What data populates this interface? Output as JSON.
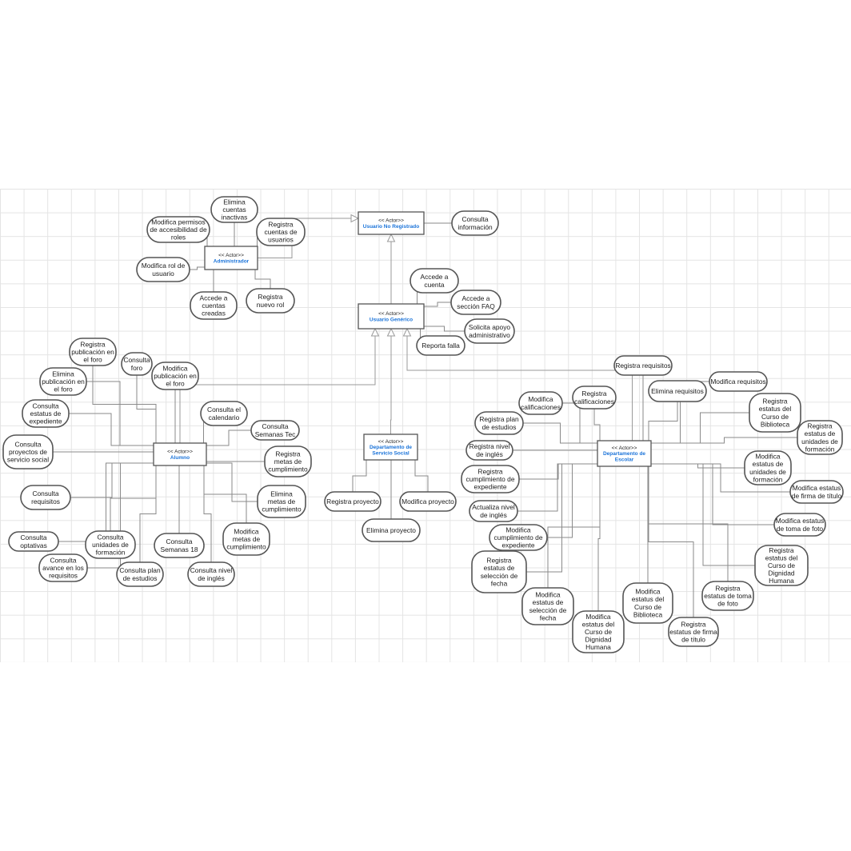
{
  "stereotype": "<< Actor>>",
  "actors": {
    "no_registrado": "Usuario No Registrado",
    "administrador": "Administrador",
    "generico": "Usuario Genérico",
    "alumno": "Alumno",
    "servicio_social": "Departamento de Servicio Social",
    "escolar": "Departamento de Escolar"
  },
  "use_cases": {
    "consulta_informacion": "Consulta información",
    "elimina_cuentas_inactivas": "Elimina cuentas inactivas",
    "modifica_permisos": "Modifica permisos de accesibilidad de roles",
    "registra_cuentas": "Registra cuentas de usuarios",
    "modifica_rol": "Modifica rol de usuario",
    "accede_cuentas_creadas": "Accede a cuentas creadas",
    "registra_nuevo_rol": "Registra nuevo rol",
    "accede_cuenta": "Accede a cuenta",
    "accede_faq": "Accede a sección FAQ",
    "solicita_apoyo": "Solicita apoyo administrativo",
    "reporta_falla": "Reporta falla",
    "registra_publicacion": "Registra publicación en el foro",
    "consulta_foro": "Consulta foro",
    "modifica_publicacion": "Modifica publicación en el foro",
    "elimina_publicacion": "Elimina publicación en el foro",
    "consulta_estatus_expediente": "Consulta estatus de expediente",
    "consulta_calendario": "Consulta el calendario",
    "consulta_semanas_tec": "Consulta Semanas Tec",
    "consulta_proyectos_ss": "Consulta proyectos de servicio social",
    "registra_metas": "Registra metas de cumplimiento",
    "consulta_requisitos": "Consulta requisitos",
    "elimina_metas": "Elimina metas de cumplimiento",
    "modifica_metas": "Modifica metas de cumplimiento",
    "consulta_optativas": "Consulta optativas",
    "consulta_unidades_formacion": "Consulta unidades de formación",
    "consulta_semanas_18": "Consulta Semanas 18",
    "consulta_avance_requisitos": "Consulta avance en los requisitos",
    "consulta_plan": "Consulta plan de estudios",
    "consulta_nivel_ingles": "Consulta nivel de inglés",
    "registra_proyecto": "Registra proyecto",
    "modifica_proyecto": "Modifica proyecto",
    "elimina_proyecto": "Elimina proyecto",
    "registra_requisitos": "Registra requisitos",
    "modifica_requisitos": "Modifica requisitos",
    "elimina_requisitos": "Elimina requisitos",
    "modifica_calificaciones": "Modifica calificaciones",
    "registra_calificaciones": "Registra calificaciones",
    "registra_plan": "Registra plan de estudios",
    "registra_estatus_biblioteca": "Registra estatus del Curso de Biblioteca",
    "registra_estatus_unidades": "Registra estatus de unidades de formación",
    "registra_nivel_ingles": "Registra nivel de inglés",
    "modifica_estatus_unidades": "Modifica estatus de unidades de formación",
    "registra_cumplimiento": "Registra cumplimiento de expediente",
    "modifica_estatus_firma": "Modifica estatus de firma de título",
    "actualiza_nivel_ingles": "Actualiza nivel de inglés",
    "modifica_estatus_toma_foto": "Modifica estatus de toma de foto",
    "modifica_cumplimiento": "Modifica cumplimiento de expediente",
    "registra_estatus_dignidad": "Registra estatus del Curso de Dignidad Humana",
    "registra_estatus_seleccion": "Registra estatus de selección de fecha",
    "modifica_estatus_seleccion": "Modifica estatus de selección de fecha",
    "modifica_estatus_biblioteca": "Modifica estatus del Curso de Biblioteca",
    "registra_estatus_toma_foto": "Registra estatus de toma de foto",
    "modifica_estatus_dignidad": "Modifica estatus del Curso de Dignidad Humana",
    "registra_estatus_firma": "Registra estatus de firma de título"
  }
}
